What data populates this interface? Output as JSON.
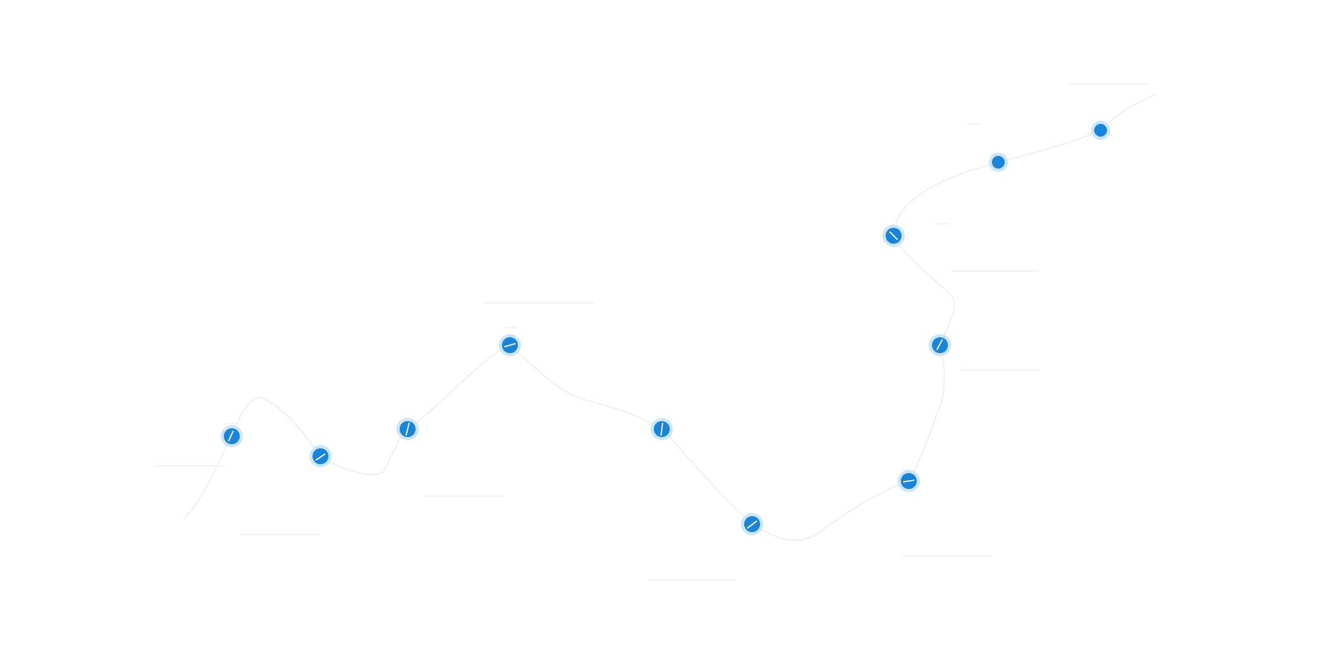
{
  "timeline": {
    "milestones": [
      {
        "id": "m1",
        "year": ""
      },
      {
        "id": "m2",
        "year": ""
      },
      {
        "id": "m3",
        "year": ""
      },
      {
        "id": "m4",
        "year": ""
      },
      {
        "id": "m5",
        "year": ""
      },
      {
        "id": "m6",
        "year": ""
      },
      {
        "id": "m7",
        "year": ""
      },
      {
        "id": "m8",
        "year": ""
      },
      {
        "id": "m9",
        "year": ""
      },
      {
        "id": "m10",
        "year": ""
      },
      {
        "id": "m11",
        "year": ""
      },
      {
        "id": "m12",
        "year": ""
      }
    ]
  },
  "colors": {
    "node": "#1a84d8",
    "halo": "#cfe6f8",
    "path": "#ececec",
    "faded_text": "#f2f2f2",
    "background": "#ffffff"
  }
}
